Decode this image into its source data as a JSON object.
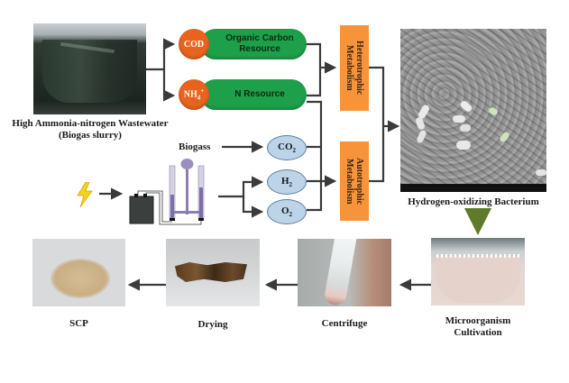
{
  "wastewater": {
    "caption_line1": "High Ammonia-nitrogen Wastewater",
    "caption_line2": "(Biogas slurry)"
  },
  "sources": {
    "cod": {
      "label": "COD",
      "resource": "Organic Carbon Resource",
      "resource_line1": "Organic Carbon",
      "resource_line2": "Resource"
    },
    "nh4": {
      "label": "NH",
      "sub": "4",
      "sup": "+",
      "resource": "N Resource"
    }
  },
  "gases": {
    "biogas_label": "Biogass",
    "co2": {
      "label": "CO",
      "sub": "2"
    },
    "h2": {
      "label": "H",
      "sub": "2"
    },
    "o2": {
      "label": "O",
      "sub": "2"
    }
  },
  "metabolism": {
    "heterotrophic_line1": "Heterotrophic",
    "heterotrophic_line2": "Metabolism",
    "autotrophic_line1": "Autotrophic",
    "autotrophic_line2": "Metabolism"
  },
  "bacterium": {
    "caption": "Hydrogen-oxidizing Bacterium"
  },
  "process_steps": [
    {
      "label": "SCP"
    },
    {
      "label": "Drying"
    },
    {
      "label": "Centrifuge"
    },
    {
      "label_line1": "Microorganism",
      "label_line2": "Cultivation"
    }
  ],
  "icons": {
    "electricity": "lightning-bolt",
    "electrolyzer": "electrolysis-apparatus"
  },
  "colors": {
    "orange_circle": "#e8641e",
    "green_pill": "#1ea04a",
    "blue_oval": "#bcd3e8",
    "orange_box": "#f7943a",
    "arrow": "#3a3a3a",
    "down_arrow": "#5f7a2a",
    "bolt": "#f2d21c"
  }
}
